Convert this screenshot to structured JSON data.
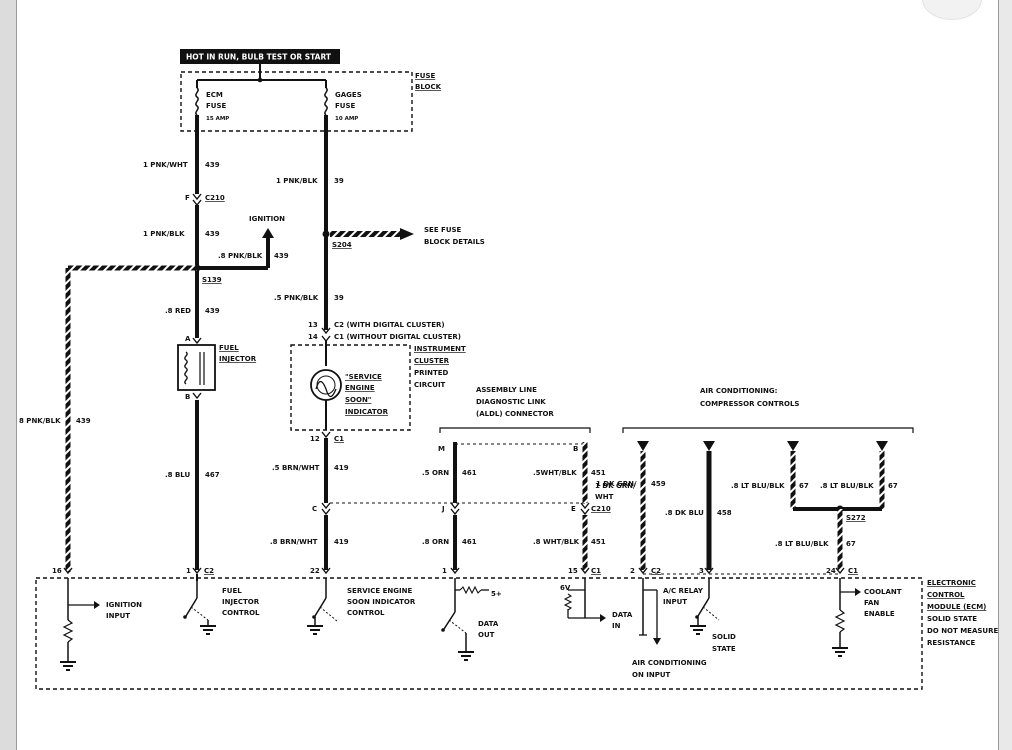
{
  "header": {
    "hot_label": "HOT IN RUN, BULB TEST OR START"
  },
  "fuse_block": {
    "title_line1": "FUSE",
    "title_line2": "BLOCK",
    "ecm_fuse": [
      "ECM",
      "FUSE",
      "15 AMP"
    ],
    "gages_fuse": [
      "GAGES",
      "FUSE",
      "10 AMP"
    ]
  },
  "wires": {
    "w1": {
      "spec": "1 PNK/WHT",
      "circuit": "439"
    },
    "w2": {
      "spec": "1 PNK/BLK",
      "circuit": "439"
    },
    "w3": {
      "spec": ".8 PNK/BLK",
      "circuit": "439"
    },
    "w4": {
      "spec": ".8 RED",
      "circuit": "439"
    },
    "w5": {
      "spec": ".8 BLU",
      "circuit": "467"
    },
    "w6": {
      "spec": "8 PNK/BLK",
      "circuit": "439"
    },
    "w7": {
      "spec": "1 PNK/BLK",
      "circuit": "39"
    },
    "w8": {
      "spec": ".5 PNK/BLK",
      "circuit": "39"
    },
    "w9": {
      "spec": ".5 BRN/WHT",
      "circuit": "419"
    },
    "w10": {
      "spec": ".8 BRN/WHT",
      "circuit": "419"
    },
    "w11": {
      "spec": ".5 ORN",
      "circuit": "461"
    },
    "w12": {
      "spec": ".8 ORN",
      "circuit": "461"
    },
    "w13": {
      "spec": ".5WHT/BLK",
      "circuit": "451"
    },
    "w14": {
      "spec": "1 DK GRN/",
      "spec2": "WHT",
      "circuit": "451"
    },
    "w15": {
      "spec": ".8 WHT/BLK",
      "circuit": "451"
    },
    "w16": {
      "spec": "1 DK GRN/",
      "circuit": "459"
    },
    "w17": {
      "spec": ".8 DK BLU",
      "circuit": "458"
    },
    "w18": {
      "spec": ".8 LT BLU/BLK",
      "circuit": "67"
    },
    "w19": {
      "spec": ".8 LT BLU/BLK",
      "circuit": "67"
    },
    "w20": {
      "spec": ".8 LT BLU/BLK",
      "circuit": "67"
    }
  },
  "connectors": {
    "c210": "C210",
    "c210b": "C210",
    "s139": "S139",
    "s204": "S204",
    "s272": "S272",
    "f": "F",
    "a": "A",
    "b": "B",
    "c": "C",
    "j": "J",
    "e": "E",
    "m": "M",
    "b2": "B",
    "c1a": "C1",
    "c1b": "C1",
    "c1c": "C1",
    "c2a": "C2",
    "c2b": "C2",
    "pin13": "13",
    "pin14": "14",
    "pin12": "12",
    "c2_with": "C2 (WITH DIGITAL CLUSTER)",
    "c1_without": "C1 (WITHOUT DIGITAL CLUSTER)",
    "p16": "16",
    "p1": "1",
    "p22": "22",
    "p1b": "1",
    "p15": "15",
    "p2": "2",
    "p3": "3",
    "p24": "24"
  },
  "components": {
    "ignition": "IGNITION",
    "see_fuse": [
      "SEE FUSE",
      "BLOCK DETAILS"
    ],
    "fuel_injector": [
      "FUEL",
      "INJECTOR"
    ],
    "cluster": [
      "INSTRUMENT",
      "CLUSTER",
      "PRINTED",
      "CIRCUIT"
    ],
    "ses_indicator": [
      "\"SERVICE",
      "ENGINE",
      "SOON\"",
      "INDICATOR"
    ],
    "aldl": [
      "ASSEMBLY LINE",
      "DIAGNOSTIC LINK",
      "(ALDL) CONNECTOR"
    ],
    "ac": [
      "AIR CONDITIONING:",
      "COMPRESSOR CONTROLS"
    ],
    "ecm": [
      "ELECTRONIC",
      "CONTROL",
      "MODULE (ECM)",
      "SOLID STATE",
      "DO NOT MEASURE",
      "RESISTANCE"
    ]
  },
  "ecm_internal": {
    "ignition_input": [
      "IGNITION",
      "INPUT"
    ],
    "fuel_injector_control": [
      "FUEL",
      "INJECTOR",
      "CONTROL"
    ],
    "ses_control": [
      "SERVICE ENGINE",
      "SOON INDICATOR",
      "CONTROL"
    ],
    "five_v_plus": "5+",
    "data_out": [
      "DATA",
      "OUT"
    ],
    "six_v": "6V",
    "data_in": [
      "DATA",
      "IN"
    ],
    "ac_relay_input": [
      "A/C RELAY",
      "INPUT"
    ],
    "ac_on_input": [
      "AIR CONDITIONING",
      "ON INPUT"
    ],
    "solid_state": [
      "SOLID",
      "STATE"
    ],
    "coolant_fan": [
      "COOLANT",
      "FAN",
      "ENABLE"
    ]
  }
}
